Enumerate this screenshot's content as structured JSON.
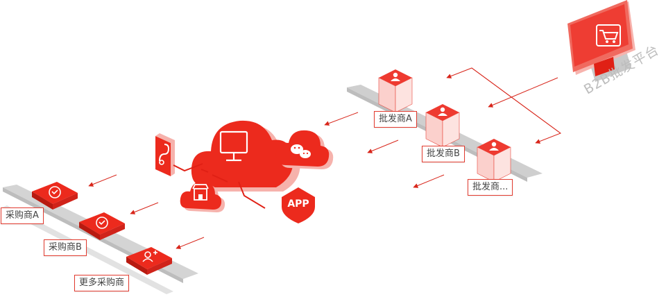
{
  "platform": {
    "label": "B2B批发平台",
    "icon": "shopping-cart-icon"
  },
  "wholesalers": [
    {
      "label": "批发商A",
      "icon": "user-icon"
    },
    {
      "label": "批发商B",
      "icon": "user-icon"
    },
    {
      "label": "批发商...",
      "icon": "user-icon"
    }
  ],
  "buyers": [
    {
      "label": "采购商A",
      "icon": "check-badge-icon"
    },
    {
      "label": "采购商B",
      "icon": "check-badge-icon"
    },
    {
      "label": "更多采购商",
      "icon": "user-add-icon"
    }
  ],
  "channels": {
    "app_label": "APP",
    "items": [
      "mini-program-icon",
      "monitor-icon",
      "wechat-icon",
      "shop-icon",
      "app-shield-icon"
    ]
  },
  "colors": {
    "primary": "#e9291c",
    "dark": "#b81a10",
    "light": "#f6b2ac",
    "floor": "#dcdcdc",
    "text_gray": "#bdbdbd"
  }
}
